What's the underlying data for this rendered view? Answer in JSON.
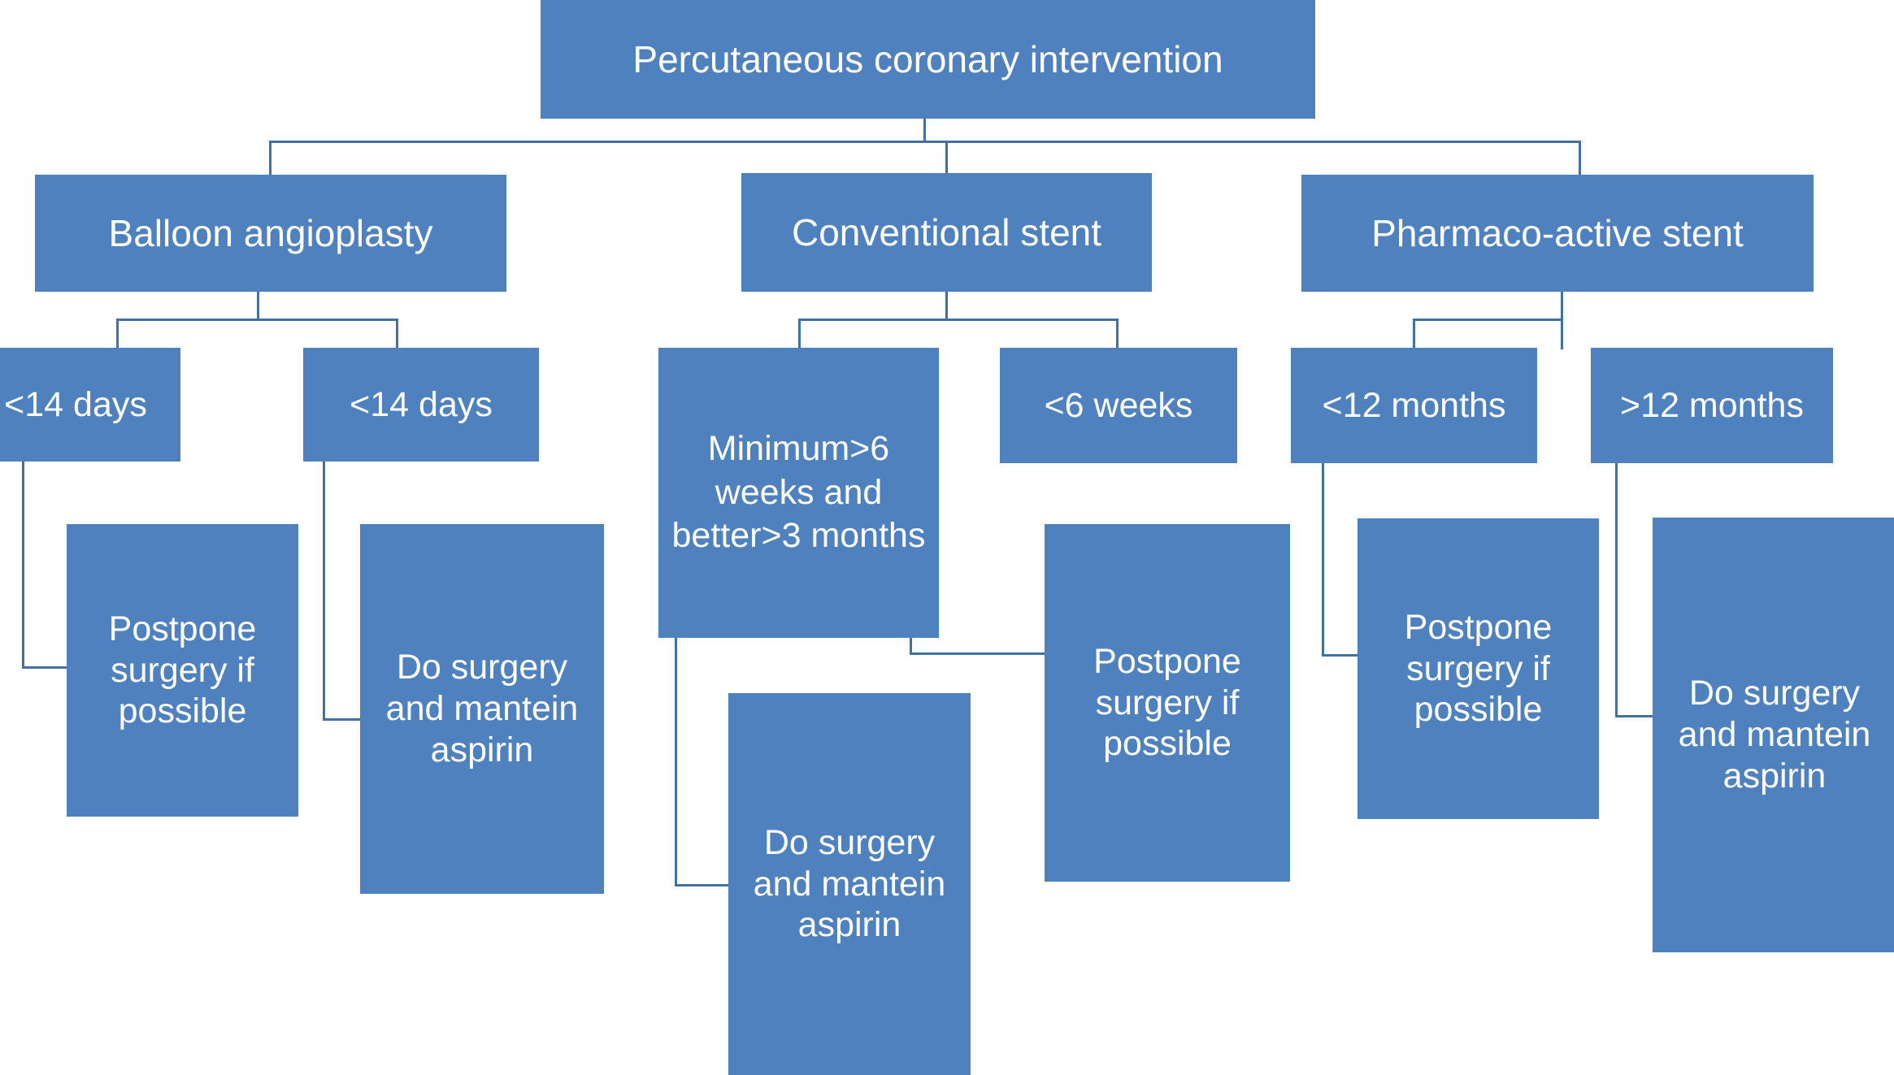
{
  "diagram": {
    "title": "Percutaneous coronary intervention",
    "type": "flowchart",
    "colors": {
      "node_fill": "#4E81BE",
      "node_text": "#FFFFFF",
      "connector": "#41719C",
      "background": "#FFFFFF"
    },
    "nodes": {
      "root": "Percutaneous coronary intervention",
      "branch_balloon": "Balloon angioplasty",
      "branch_conventional": "Conventional stent",
      "branch_pharmaco": "Pharmaco-active stent",
      "balloon_left_timing": "<14 days",
      "balloon_right_timing": "<14 days",
      "conventional_left_timing": "Minimum>6 weeks and better>3 months",
      "conventional_right_timing": "<6 weeks",
      "pharmaco_left_timing": "<12 months",
      "pharmaco_right_timing": ">12 months",
      "balloon_left_action": "Postpone surgery if possible",
      "balloon_right_action": "Do surgery and mantein aspirin",
      "conventional_left_action": "Do surgery and mantein aspirin",
      "conventional_right_action": "Postpone surgery if possible",
      "pharmaco_left_action": "Postpone surgery if possible",
      "pharmaco_right_action": "Do surgery and mantein aspirin"
    }
  }
}
